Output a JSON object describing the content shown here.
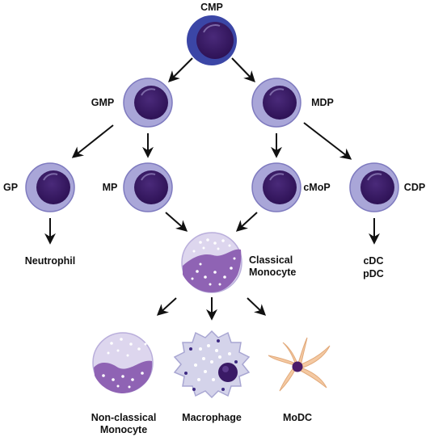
{
  "labels": {
    "cmp": "CMP",
    "gmp": "GMP",
    "mdp": "MDP",
    "gp": "GP",
    "mp": "MP",
    "cmop": "cMoP",
    "cdp": "CDP",
    "neutrophil": "Neutrophil",
    "classical_monocyte_line1": "Classical",
    "classical_monocyte_line2": "Monocyte",
    "cdc": "cDC",
    "pdc": "pDC",
    "nonclassical_line1": "Non-classical",
    "nonclassical_line2": "Monocyte",
    "macrophage": "Macrophage",
    "modc": "MoDC"
  },
  "colors": {
    "outer_lavender": "#a9a6d8",
    "outer_lavender_stroke": "#7e7abf",
    "cmp_outer": "#3b46a6",
    "nucleus": "#3a1a66",
    "nucleus_highlight": "#6a4a98",
    "monocyte_fill": "#ddd6ee",
    "monocyte_nucleus": "#8f63b4",
    "macrophage_fill": "#d4d3ea",
    "granule": "#3e2a82",
    "modc_body": "#f4c9a2",
    "modc_nucleus": "#4a1b6a",
    "arrow": "#111111"
  }
}
